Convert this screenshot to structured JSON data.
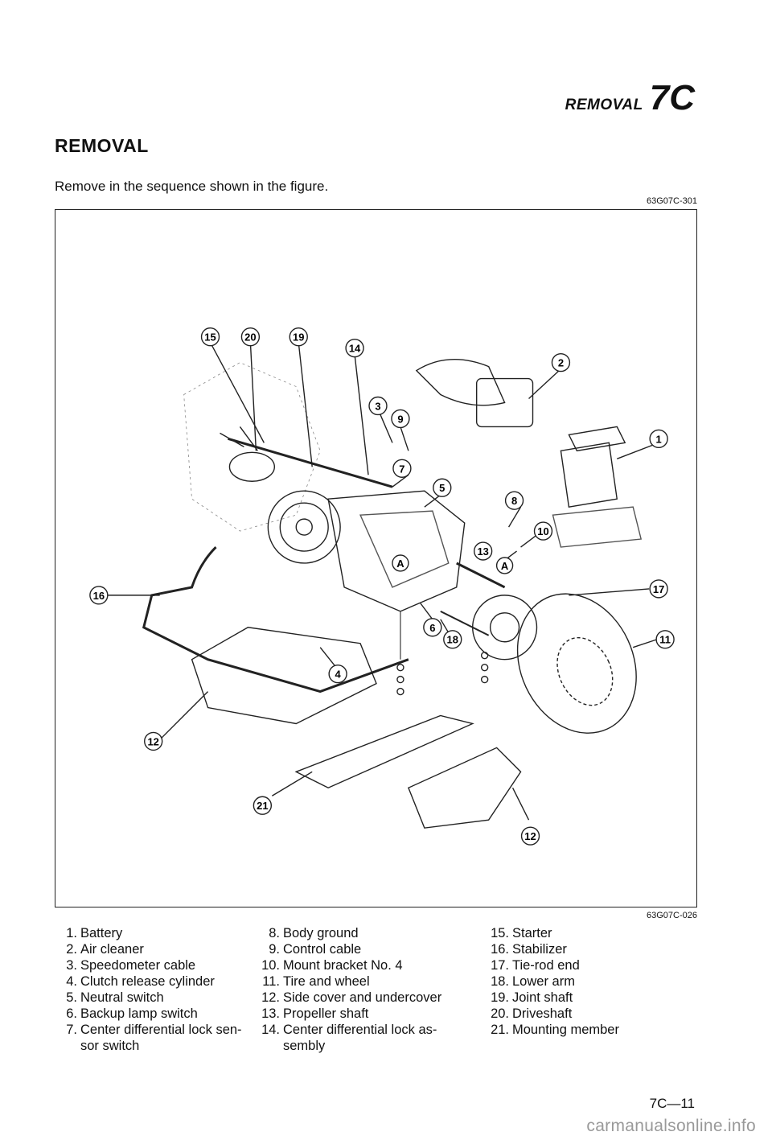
{
  "header": {
    "title": "REMOVAL",
    "code": "7C"
  },
  "section_title": "REMOVAL",
  "intro_text": "Remove in the sequence shown in the figure.",
  "figure_code_top": "63G07C-301",
  "figure_code_bottom": "63G07C-026",
  "callouts": [
    "15",
    "20",
    "19",
    "14",
    "2",
    "3",
    "9",
    "7",
    "5",
    "8",
    "1",
    "10",
    "13",
    "A",
    "A",
    "16",
    "17",
    "6",
    "18",
    "11",
    "4",
    "12",
    "12",
    "21",
    "12"
  ],
  "legend": {
    "col1": [
      {
        "num": "1.",
        "label": "Battery"
      },
      {
        "num": "2.",
        "label": "Air cleaner"
      },
      {
        "num": "3.",
        "label": "Speedometer cable"
      },
      {
        "num": "4.",
        "label": "Clutch release cylinder"
      },
      {
        "num": "5.",
        "label": "Neutral switch"
      },
      {
        "num": "6.",
        "label": "Backup lamp switch"
      },
      {
        "num": "7.",
        "label": "Center differential lock sen-"
      },
      {
        "num": "",
        "label": "sor switch"
      }
    ],
    "col2": [
      {
        "num": "8.",
        "label": "Body ground"
      },
      {
        "num": "9.",
        "label": "Control cable"
      },
      {
        "num": "10.",
        "label": "Mount bracket No. 4"
      },
      {
        "num": "11.",
        "label": "Tire and wheel"
      },
      {
        "num": "12.",
        "label": "Side cover and undercover"
      },
      {
        "num": "13.",
        "label": "Propeller shaft"
      },
      {
        "num": "14.",
        "label": "Center differential lock as-"
      },
      {
        "num": "",
        "label": "sembly"
      }
    ],
    "col3": [
      {
        "num": "15.",
        "label": "Starter"
      },
      {
        "num": "16.",
        "label": "Stabilizer"
      },
      {
        "num": "17.",
        "label": "Tie-rod end"
      },
      {
        "num": "18.",
        "label": "Lower arm"
      },
      {
        "num": "19.",
        "label": "Joint shaft"
      },
      {
        "num": "20.",
        "label": "Driveshaft"
      },
      {
        "num": "21.",
        "label": "Mounting member"
      }
    ]
  },
  "page_number": "7C—11",
  "watermark": "carmanualsonline.info"
}
